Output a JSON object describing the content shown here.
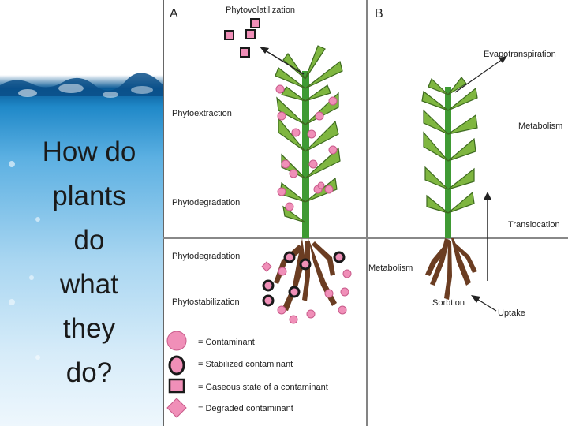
{
  "slide": {
    "title": "How do\nplants\ndo\nwhat\nthey\ndo?"
  },
  "diagram": {
    "panel_a": {
      "letter": "A",
      "labels": {
        "phytovolatilization": "Phytovolatilization",
        "phytoextraction": "Phytoextraction",
        "phytodegradation_shoot": "Phytodegradation",
        "phytodegradation_root": "Phytodegradation",
        "phytostabilization": "Phytostabilization"
      }
    },
    "panel_b": {
      "letter": "B",
      "labels": {
        "evapotranspiration": "Evapotranspiration",
        "metabolism_shoot": "Metabolism",
        "translocation": "Translocation",
        "metabolism_root": "Metabolism",
        "sorbtion": "Sorbtion",
        "uptake": "Uptake"
      }
    },
    "legend": [
      {
        "symbol": "circle",
        "text": "= Contaminant"
      },
      {
        "symbol": "ring",
        "text": "= Stabilized contaminant"
      },
      {
        "symbol": "square",
        "text": "= Gaseous state of a contaminant"
      },
      {
        "symbol": "diamond",
        "text": "= Degraded contaminant"
      }
    ],
    "colors": {
      "leaf": "#7fb640",
      "leaf_stroke": "#3d6a1f",
      "stem": "#3f9a34",
      "root": "#6b3d22",
      "contaminant": "#f08fb8",
      "ring": "#1a1a1a"
    }
  }
}
